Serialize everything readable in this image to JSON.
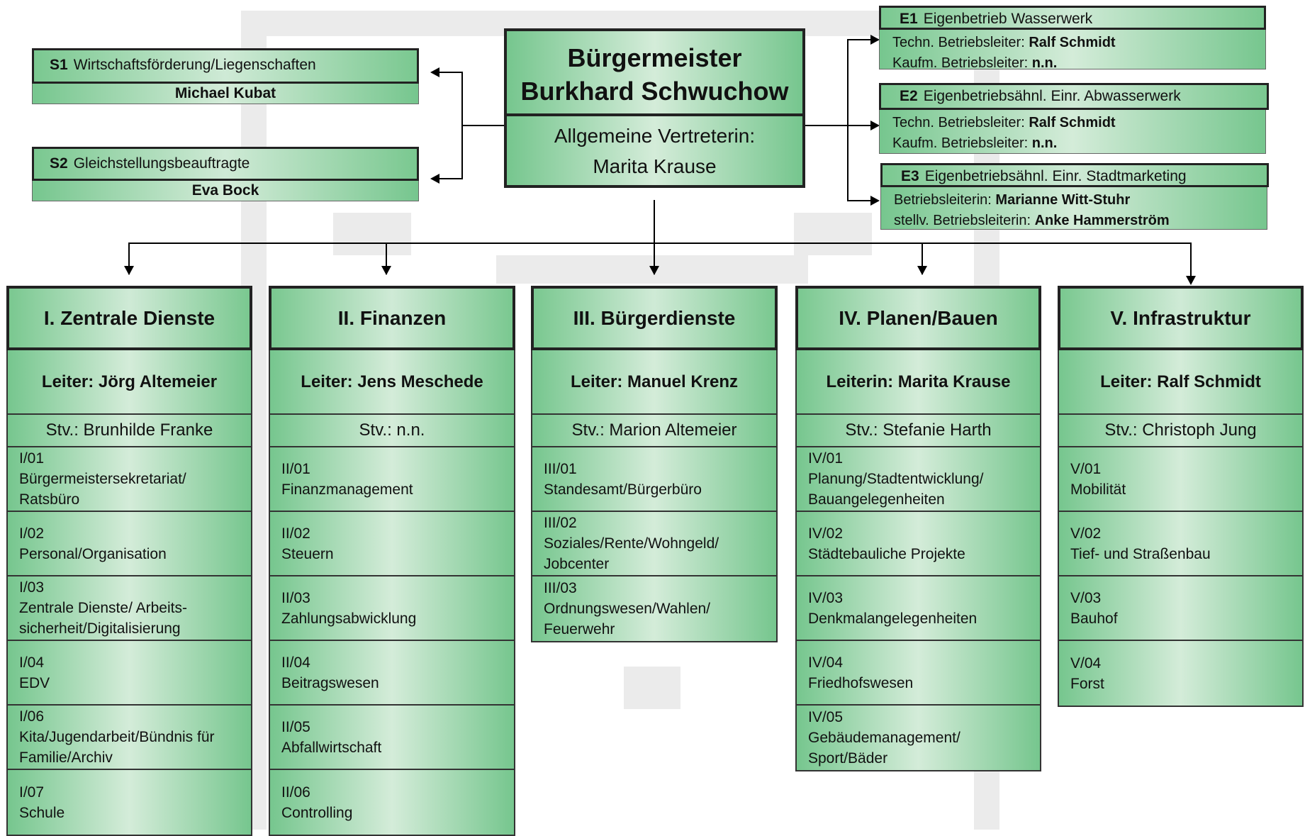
{
  "mayor": {
    "title": "Bürgermeister",
    "name": "Burkhard Schwuchow",
    "deputy_label": "Allgemeine Vertreterin:",
    "deputy_name": "Marita Krause"
  },
  "staff": [
    {
      "code": "S1",
      "title": "Wirtschaftsförderung/Liegenschaften",
      "person": "Michael Kubat"
    },
    {
      "code": "S2",
      "title": "Gleichstellungsbeauftragte",
      "person": "Eva Bock"
    }
  ],
  "enterprises": [
    {
      "code": "E1",
      "title": "Eigenbetrieb Wasserwerk",
      "line1_label": "Techn. Betriebsleiter: ",
      "line1_name": "Ralf Schmidt",
      "line2_label": "Kaufm. Betriebsleiter: ",
      "line2_name": "n.n."
    },
    {
      "code": "E2",
      "title": "Eigenbetriebsähnl. Einr. Abwasserwerk",
      "line1_label": "Techn. Betriebsleiter: ",
      "line1_name": "Ralf Schmidt",
      "line2_label": "Kaufm. Betriebsleiter: ",
      "line2_name": "n.n."
    },
    {
      "code": "E3",
      "title": "Eigenbetriebsähnl. Einr. Stadtmarketing",
      "line1_label": "Betriebsleiterin: ",
      "line1_name": "Marianne Witt-Stuhr",
      "line2_label": "stellv. Betriebsleiterin: ",
      "line2_name": "Anke Hammerström"
    }
  ],
  "departments": [
    {
      "title": "I. Zentrale Dienste",
      "leiter": "Leiter: Jörg Altemeier",
      "stv": "Stv.: Brunhilde Franke",
      "units": [
        {
          "code": "I/01",
          "lines": [
            "Bürgermeistersekretariat/",
            "Ratsbüro"
          ]
        },
        {
          "code": "I/02",
          "lines": [
            "Personal/Organisation"
          ]
        },
        {
          "code": "I/03",
          "lines": [
            "Zentrale Dienste/ Arbeits-",
            "sicherheit/Digitalisierung"
          ]
        },
        {
          "code": "I/04",
          "lines": [
            "EDV"
          ]
        },
        {
          "code": "I/06",
          "lines": [
            "Kita/Jugendarbeit/Bündnis für",
            "Familie/Archiv"
          ]
        },
        {
          "code": "I/07",
          "lines": [
            "Schule"
          ]
        }
      ]
    },
    {
      "title": "II. Finanzen",
      "leiter": "Leiter: Jens Meschede",
      "stv": "Stv.: n.n.",
      "units": [
        {
          "code": "II/01",
          "lines": [
            "Finanzmanagement"
          ]
        },
        {
          "code": "II/02",
          "lines": [
            "Steuern"
          ]
        },
        {
          "code": "II/03",
          "lines": [
            "Zahlungsabwicklung"
          ]
        },
        {
          "code": "II/04",
          "lines": [
            "Beitragswesen"
          ]
        },
        {
          "code": "II/05",
          "lines": [
            "Abfallwirtschaft"
          ]
        },
        {
          "code": "II/06",
          "lines": [
            "Controlling"
          ]
        }
      ]
    },
    {
      "title": "III. Bürgerdienste",
      "leiter": "Leiter: Manuel Krenz",
      "stv": "Stv.: Marion Altemeier",
      "units": [
        {
          "code": "III/01",
          "lines": [
            "Standesamt/Bürgerbüro"
          ]
        },
        {
          "code": "III/02",
          "lines": [
            "Soziales/Rente/Wohngeld/",
            "Jobcenter"
          ]
        },
        {
          "code": "III/03",
          "lines": [
            "Ordnungswesen/Wahlen/",
            "Feuerwehr"
          ]
        }
      ]
    },
    {
      "title": "IV. Planen/Bauen",
      "leiter": "Leiterin: Marita Krause",
      "stv": "Stv.: Stefanie Harth",
      "units": [
        {
          "code": "IV/01",
          "lines": [
            "Planung/Stadtentwicklung/",
            "Bauangelegenheiten"
          ]
        },
        {
          "code": "IV/02",
          "lines": [
            "Städtebauliche Projekte"
          ]
        },
        {
          "code": "IV/03",
          "lines": [
            "Denkmalangelegenheiten"
          ]
        },
        {
          "code": "IV/04",
          "lines": [
            "Friedhofswesen"
          ]
        },
        {
          "code": "IV/05",
          "lines": [
            "Gebäudemanagement/",
            "Sport/Bäder"
          ]
        }
      ]
    },
    {
      "title": "V. Infrastruktur",
      "leiter": "Leiter: Ralf Schmidt",
      "stv": "Stv.: Christoph Jung",
      "units": [
        {
          "code": "V/01",
          "lines": [
            "Mobilität"
          ]
        },
        {
          "code": "V/02",
          "lines": [
            "Tief- und Straßenbau"
          ]
        },
        {
          "code": "V/03",
          "lines": [
            "Bauhof"
          ]
        },
        {
          "code": "V/04",
          "lines": [
            "Forst"
          ]
        }
      ]
    }
  ]
}
